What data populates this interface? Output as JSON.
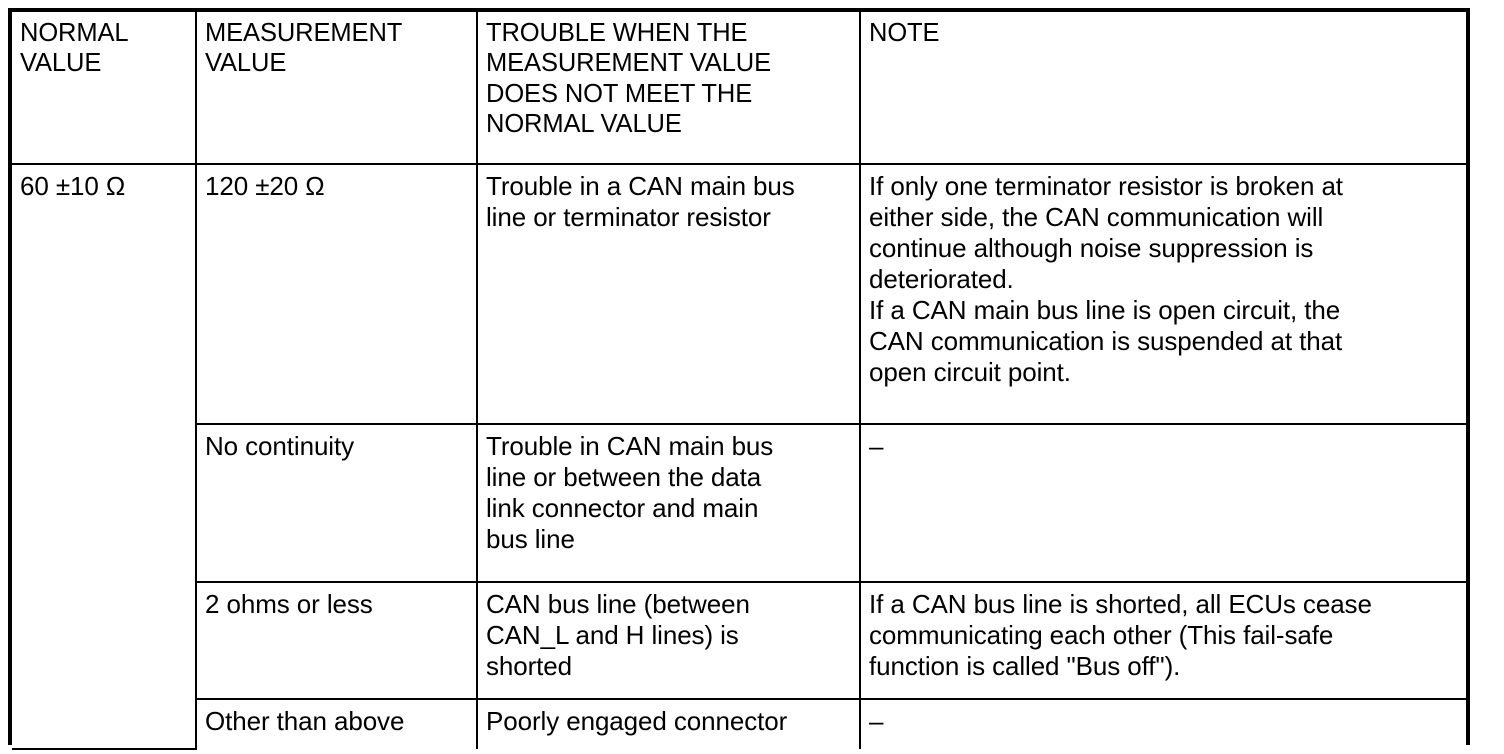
{
  "table": {
    "columns": [
      {
        "key": "normal_value",
        "header": "NORMAL\nVALUE"
      },
      {
        "key": "measurement_value",
        "header": "MEASUREMENT\nVALUE"
      },
      {
        "key": "trouble",
        "header": "TROUBLE WHEN THE\nMEASUREMENT VALUE\nDOES NOT MEET THE\nNORMAL VALUE"
      },
      {
        "key": "note",
        "header": "NOTE"
      }
    ],
    "headers": {
      "normal_value_line_1": "NORMAL",
      "normal_value_line_2": "VALUE",
      "measurement_value_line_1": "MEASUREMENT",
      "measurement_value_line_2": "VALUE",
      "trouble_line_1": "TROUBLE WHEN THE",
      "trouble_line_2": "MEASUREMENT VALUE",
      "trouble_line_3": "DOES NOT MEET THE",
      "trouble_line_4": "NORMAL VALUE",
      "note": "NOTE"
    },
    "normal_value": "60 ±10 Ω",
    "rows": [
      {
        "measurement_value": "120 ±20 Ω",
        "trouble_lines": [
          "Trouble in a CAN main bus",
          "line or terminator resistor"
        ],
        "note_lines": [
          "If only one terminator resistor is broken at",
          "either side, the CAN communication will",
          "continue although noise suppression is",
          "deteriorated.",
          "If a CAN main bus line is open circuit, the",
          "CAN communication is suspended at that",
          "open circuit point."
        ]
      },
      {
        "measurement_value": "No continuity",
        "trouble_lines": [
          "Trouble in CAN main bus",
          "line or between the data",
          "link connector and main",
          "bus line"
        ],
        "note_lines": [
          "–"
        ]
      },
      {
        "measurement_value": "2 ohms or less",
        "trouble_lines": [
          "CAN bus line (between",
          "CAN_L and H lines) is",
          "shorted"
        ],
        "note_lines": [
          "If a CAN bus line is shorted, all ECUs cease",
          "communicating each other (This fail-safe",
          "function is called \"Bus off\")."
        ]
      },
      {
        "measurement_value": "Other than above",
        "trouble_lines": [
          "Poorly engaged connector"
        ],
        "note_lines": [
          "–"
        ]
      }
    ]
  },
  "colors": {
    "border": "#000000",
    "text": "#000000",
    "background": "#ffffff"
  }
}
